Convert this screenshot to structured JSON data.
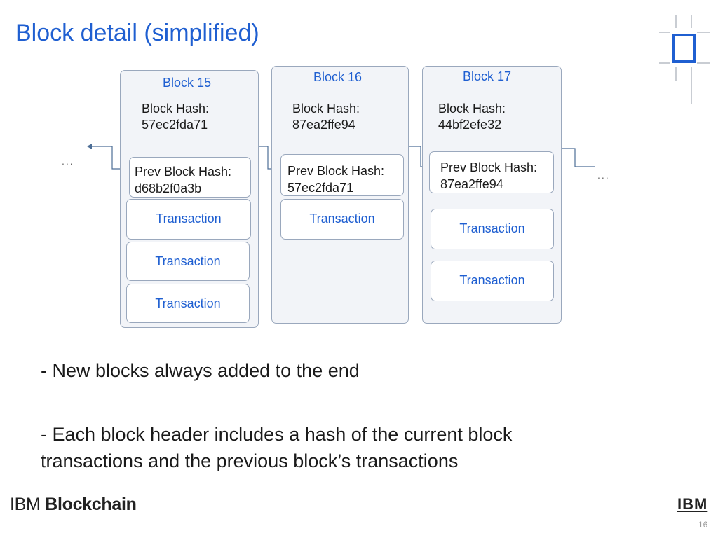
{
  "title": "Block detail (simplified)",
  "ellipsis": "...",
  "blocks": [
    {
      "label": "Block 15",
      "hash_label": "Block Hash:",
      "hash_value": "57ec2fda71",
      "prev_label": "Prev Block Hash:",
      "prev_value": "d68b2f0a3b",
      "transactions": [
        "Transaction",
        "Transaction",
        "Transaction"
      ]
    },
    {
      "label": "Block 16",
      "hash_label": "Block Hash:",
      "hash_value": "87ea2ffe94",
      "prev_label": "Prev Block Hash:",
      "prev_value": "57ec2fda71",
      "transactions": [
        "Transaction"
      ]
    },
    {
      "label": "Block 17",
      "hash_label": "Block Hash:",
      "hash_value": "44bf2efe32",
      "prev_label": "Prev Block Hash:",
      "prev_value": "87ea2ffe94",
      "transactions": [
        "Transaction",
        "Transaction"
      ]
    }
  ],
  "bullets": [
    "- New blocks always added to the end",
    "- Each block header includes a hash of the current block transactions and the previous block’s transactions"
  ],
  "footer": {
    "brand_light": "IBM ",
    "brand_bold": "Blockchain",
    "ibm_logo": "IBM",
    "page_number": "16"
  },
  "colors": {
    "accent": "#1f5fd1",
    "block_fill": "#f2f4f8",
    "block_border": "#9aa8bd"
  }
}
